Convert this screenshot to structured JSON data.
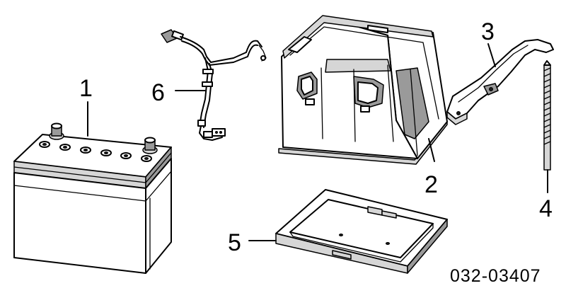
{
  "diagram": {
    "callouts": [
      {
        "id": "1",
        "part": "battery"
      },
      {
        "id": "2",
        "part": "battery-box"
      },
      {
        "id": "3",
        "part": "hold-down-bracket"
      },
      {
        "id": "4",
        "part": "hold-down-bolt"
      },
      {
        "id": "5",
        "part": "battery-tray"
      },
      {
        "id": "6",
        "part": "battery-cable"
      }
    ],
    "part_number": "032-03407"
  }
}
